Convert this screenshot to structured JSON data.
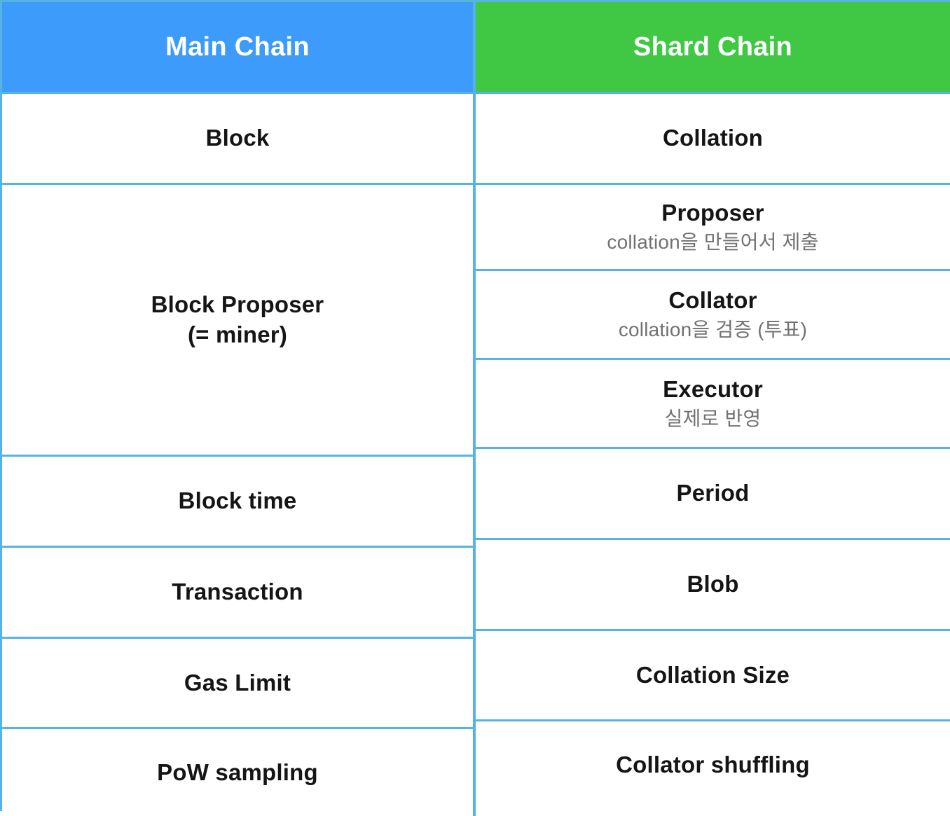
{
  "table": {
    "columns": [
      {
        "label": "Main Chain",
        "color": "#3d9bfb"
      },
      {
        "label": "Shard Chain",
        "color": "#40c845"
      }
    ],
    "border_color": "#55b4e4",
    "rows": [
      {
        "left": {
          "title": "Block",
          "sub": ""
        },
        "right_cells": [
          {
            "title": "Collation",
            "sub": ""
          }
        ]
      },
      {
        "left": {
          "title": "Block Proposer",
          "sub": "(= miner)"
        },
        "right_cells": [
          {
            "title": "Proposer",
            "sub": "collation을 만들어서 제출"
          },
          {
            "title": "Collator",
            "sub": "collation을 검증 (투표)"
          },
          {
            "title": "Executor",
            "sub": "실제로 반영"
          }
        ]
      },
      {
        "left": {
          "title": "Block time",
          "sub": ""
        },
        "right_cells": [
          {
            "title": "Period",
            "sub": ""
          }
        ]
      },
      {
        "left": {
          "title": "Transaction",
          "sub": ""
        },
        "right_cells": [
          {
            "title": "Blob",
            "sub": ""
          }
        ]
      },
      {
        "left": {
          "title": "Gas Limit",
          "sub": ""
        },
        "right_cells": [
          {
            "title": "Collation Size",
            "sub": ""
          }
        ]
      },
      {
        "left": {
          "title": "PoW sampling",
          "sub": ""
        },
        "right_cells": [
          {
            "title": "Collator shuffling",
            "sub": ""
          }
        ]
      }
    ]
  }
}
